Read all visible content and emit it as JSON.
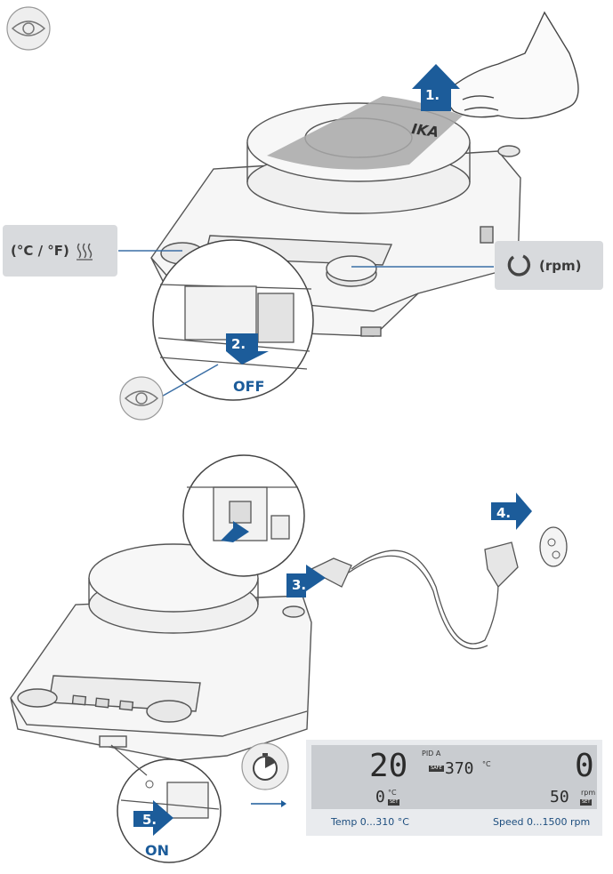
{
  "labels": {
    "temperature_unit": "(°C / °F)",
    "speed_unit": "(rpm)"
  },
  "steps": {
    "s1": "1.",
    "s2": "2.",
    "s3": "3.",
    "s4": "4.",
    "s5": "5."
  },
  "switch_states": {
    "off": "OFF",
    "on": "ON"
  },
  "plate_brand": "IKA",
  "display": {
    "actual_temp": "20",
    "mode": "PID A",
    "safe_badge": "SAFE",
    "safe_temp": "370",
    "temp_unit": "°C",
    "actual_speed": "0",
    "set_temp": "0",
    "set_temp_unit": "°C",
    "set_speed": "50",
    "speed_unit": "rpm",
    "set_badge": "SET"
  },
  "ranges": {
    "temp": "Temp 0...310 °C",
    "speed": "Speed 0...1500 rpm"
  },
  "colors": {
    "arrow": "#1c5c9a",
    "label_bg": "#d8dadd",
    "line": "#3a6ea5",
    "device_outline": "#555555",
    "plate_fill": "#f3f3f3"
  },
  "icons": [
    "eye-icon",
    "heat-icon",
    "rotation-icon",
    "timer-icon"
  ]
}
